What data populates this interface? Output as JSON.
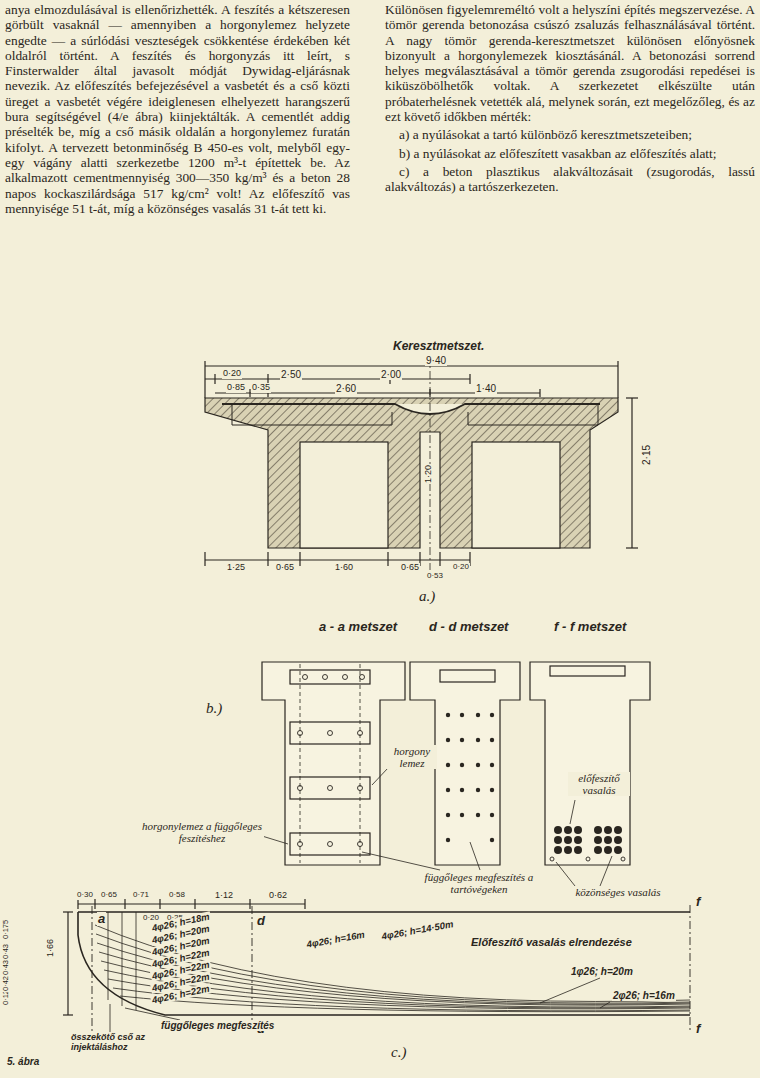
{
  "diagram": {
    "caption": "5. ábra",
    "labels": [
      "anya elmozdulásával is ellenőrizhették. A feszítés a kétszeresen görbült vasaknál — amennyiben a horgonylemez helyzete engedte — a súrlódási veszteségek csökkentése érdekében két oldalról történt. A feszítés és horgonyzás itt leírt, s Finsterwalder által javasolt módját Dywidag-eljárásnak nevezik. Az előfeszítés befejezésével a vasbetét és a cső közti üreget a vasbetét végére ideiglenesen elhelyezett harangszerű bura segítségével (4/e ábra) kiinjektálták. A cementlét addig préselték be, míg a cső másik oldalán a horgonylemez furatán kifolyt. A tervezett betonminőség B 450-es volt, melyből egy-egy vágány alatti szerkezetbe 1200 m³-t építettek be. Az alkalmazott cementmennyiség 300—350 kg/m³ és a beton 28 napos kockaszilárdsága 517 kg/cm² volt! Az előfeszítő vas mennyisége 51 t-át, míg a közönséges vasalás 31 t-át tett ki.",
      "Különösen figyelemreméltó volt a helyszíni építés megszervezése. A tömör gerenda betonozása csúszó zsaluzás felhasználásával történt. A nagy tömör gerenda-keresztmetszet különösen előnyösnek bizonyult a horgonylemezek kiosztásánál. A betonozási sorrend helyes megválasztásával a tömör gerenda zsugorodási repedései is kiküszöbölhetők voltak. A szerkezetet elkészülte után próbaterhelésnek vetették alá, melynek során, ezt megelőzőleg, és az ezt követő időkben mérték:",
      "a) a nyúlásokat a tartó különböző keresztmetszeteiben;",
      "b) a nyúlásokat az előfeszített vasakban az előfeszítés alatt;",
      "c) a beton plasztikus alakváltozásait (zsugorodás, lassú alakváltozás) a tartószerkezeten.",
      "Keresztmetszet.",
      "9·40",
      "0·20",
      "2·50",
      "2·00",
      "0·85",
      "0·35",
      "2·60",
      "1·40",
      "2·15",
      "1·20",
      "1·25",
      "0·65",
      "1·60",
      "0·65",
      "0·53",
      "0·20",
      "a.)",
      "a - a metszet",
      "d - d metszet",
      "f - f metszet",
      "b.)",
      "horgony lemez",
      "horgonylemez a függőleges feszítéshez",
      "függőleges megfeszítés a tartóvégeken",
      "előfeszítő vasalás",
      "közönséges vasalás",
      "0·30",
      "0·65",
      "0·71",
      "0·58",
      "1·12",
      "0·62",
      "0·20",
      "0·25",
      "a",
      "a",
      "d",
      "d",
      "f",
      "f",
      "1·66",
      "0·12",
      "0·42",
      "0·43",
      "0·43",
      "0·175",
      "4φ26; h=14·50m",
      "4φ26; h=16m",
      "4φ26; h=18m",
      "4φ26; h=20m",
      "4φ26; h=20m",
      "4φ26; h=22m",
      "4φ26; h=22m",
      "4φ26; h=22m",
      "4φ26; h=22m",
      "Előfeszítő vasalás elrendezése",
      "1φ26; h=20m",
      "2φ26; h=16m",
      "függőleges megfeszítés",
      "összekötő cső az injektáláshoz",
      "c.)"
    ]
  }
}
